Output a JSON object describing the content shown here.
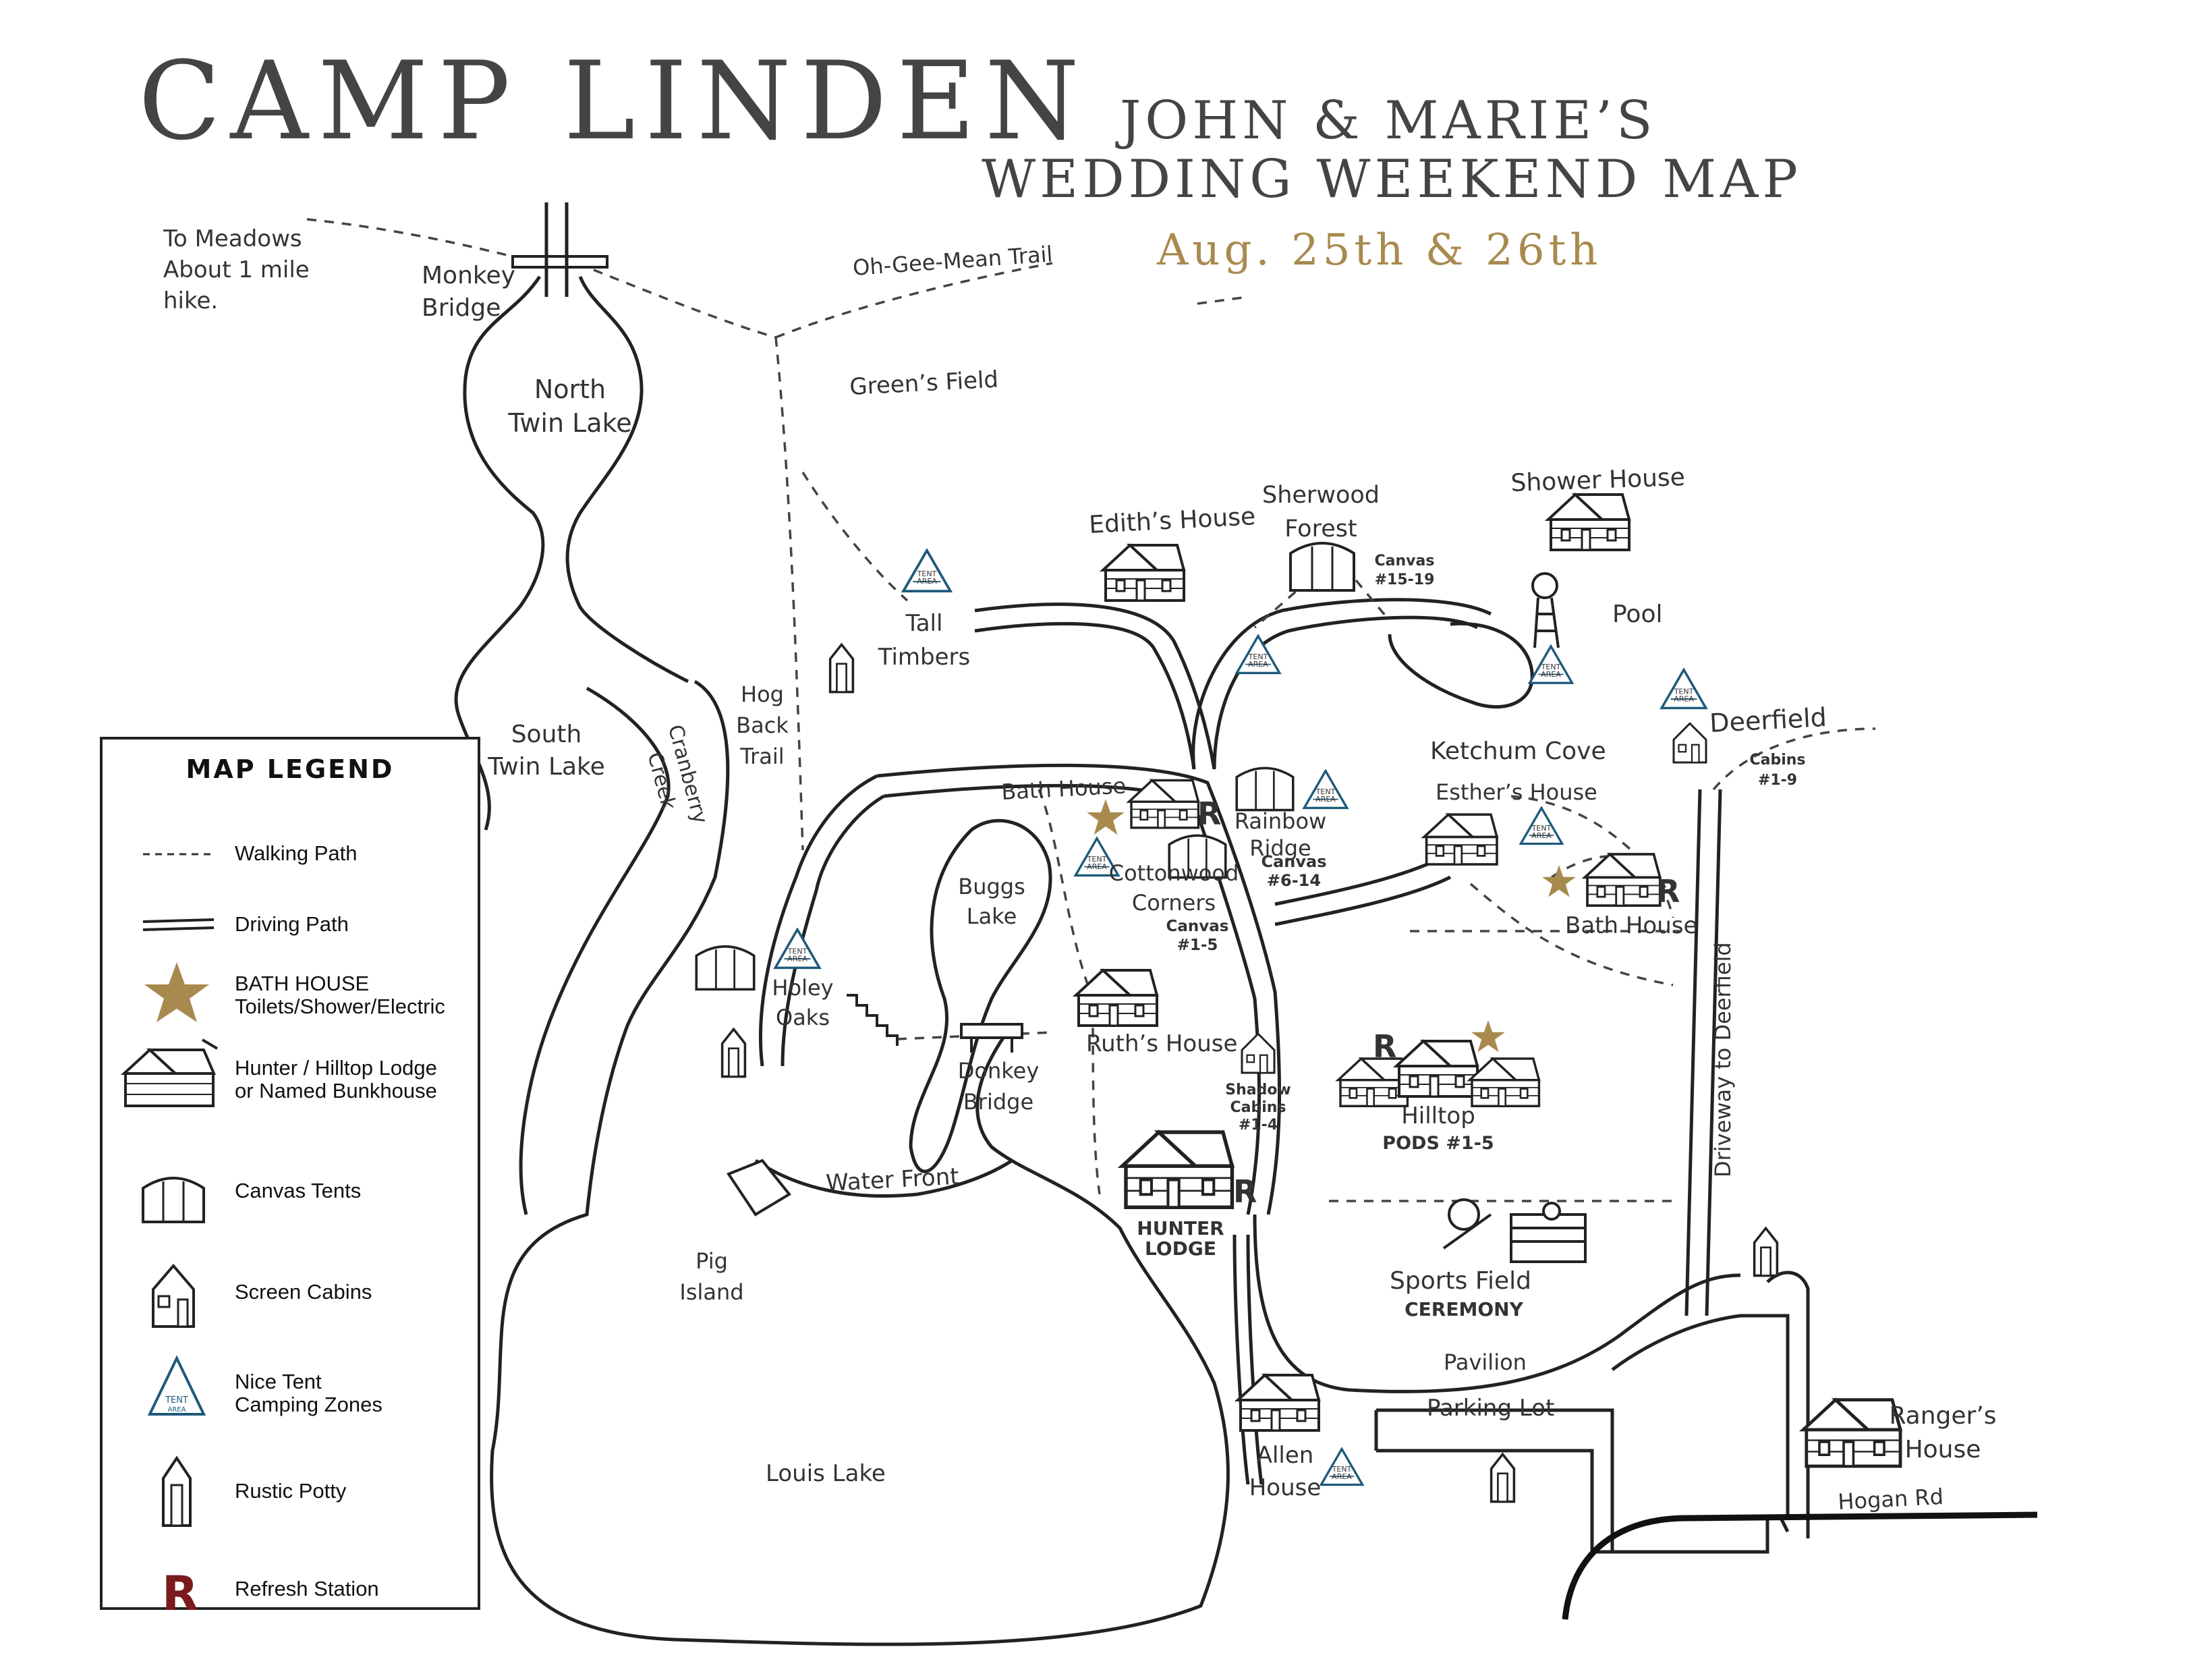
{
  "header": {
    "title": "CAMP LINDEN",
    "subtitle_line1": "JOHN & MARIE’S",
    "subtitle_line2": "WEDDING WEEKEND MAP",
    "dates": "Aug. 25th & 26th"
  },
  "colors": {
    "gold": "#a88a4e",
    "maroon": "#7a1a1c",
    "tent_blue": "#1f5a7a",
    "ink": "#222222"
  },
  "places": {
    "to_meadows": "To Meadows\nAbout 1 mile\nhike.",
    "monkey_bridge": "Monkey\nBridge",
    "north_twin_lake": "North\nTwin Lake",
    "south_twin_lake": "South\nTwin Lake",
    "oh_gee_mean_trail": "Oh-Gee-Mean Trail",
    "greens_field": "Green’s Field",
    "cranberry_creek": "Cranberry\nCreek",
    "hog_back_trail": "Hog\nBack\nTrail",
    "tall_timbers": "Tall\nTimbers",
    "ediths_house": "Edith’s House",
    "sherwood_forest": "Sherwood\nForest",
    "canvas_15_19": "Canvas\n#15-19",
    "shower_house": "Shower House",
    "pool": "Pool",
    "deerfield": "Deerfield",
    "cabins_1_9": "Cabins\n#1-9",
    "ketchum_cove": "Ketchum Cove",
    "esthers_house": "Esther’s House",
    "bath_house_1": "Bath House",
    "bath_house_2": "Bath House",
    "rainbow_ridge": "Rainbow\nRidge",
    "canvas_6_14": "Canvas\n#6-14",
    "cottonwood_corners": "Cottonwood\nCorners",
    "canvas_1_5": "Canvas\n#1-5",
    "buggs_lake": "Buggs\nLake",
    "holey_oaks": "Holey\nOaks",
    "donkey_bridge": "Donkey\nBridge",
    "ruths_house": "Ruth’s House",
    "shadow_cabins": "Shadow\nCabins\n#1-4",
    "hilltop": "Hilltop",
    "pods": "PODS #1-5",
    "driveway": "Driveway to Deerfield",
    "water_front": "Water Front",
    "hunter_lodge": "HUNTER\nLODGE",
    "sports_field": "Sports Field",
    "ceremony": "CEREMONY",
    "pig_island": "Pig\nIsland",
    "pavilion": "Pavilion",
    "parking_lot": "Parking Lot",
    "rangers_house": "Ranger’s\nHouse",
    "hogan_rd": "Hogan Rd",
    "allen_house": "Allen\nHouse",
    "louis_lake": "Louis Lake",
    "tent_badge": "TENT\nAREA",
    "refresh_mark": "R"
  },
  "legend": {
    "title": "MAP LEGEND",
    "items": [
      {
        "label": "Walking Path",
        "icon": "dashed-line-icon"
      },
      {
        "label": "Driving Path",
        "icon": "double-line-icon"
      },
      {
        "label": "BATH  HOUSE\nToilets/Shower/Electric",
        "icon": "star-icon"
      },
      {
        "label": "Hunter / Hilltop Lodge\nor Named Bunkhouse",
        "icon": "lodge-icon"
      },
      {
        "label": "Canvas Tents",
        "icon": "canvas-tent-icon"
      },
      {
        "label": "Screen Cabins",
        "icon": "screen-cabin-icon"
      },
      {
        "label": "Nice Tent\nCamping Zones",
        "icon": "tent-area-icon"
      },
      {
        "label": "Rustic Potty",
        "icon": "potty-icon"
      },
      {
        "label": "Refresh Station",
        "icon": "refresh-icon"
      }
    ]
  }
}
